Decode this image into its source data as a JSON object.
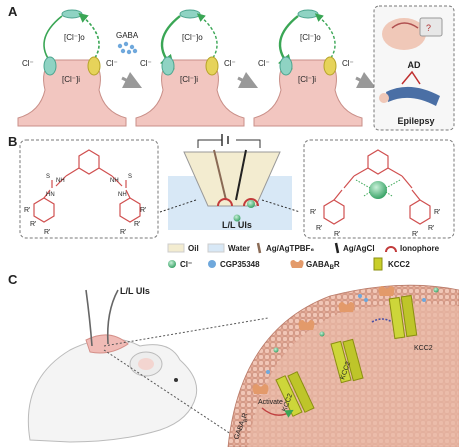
{
  "panels": {
    "a": {
      "label": "A",
      "neuron_labels": {
        "n1_top": "[Cl⁻]o",
        "n1_body": "[Cl⁻]i",
        "n2_top": "[Cl⁻]o",
        "n2_body": "[Cl⁻]i",
        "n3_top": "[Cl⁻]o",
        "n3_body": "[Cl⁻]i"
      },
      "ion_labels": [
        "Cl⁻",
        "Cl⁻",
        "Cl⁻",
        "Cl⁻",
        "Cl⁻",
        "Cl⁻"
      ],
      "gaba_label": "GABA",
      "disease_labels": {
        "ad": "AD",
        "epilepsy": "Epilepsy"
      }
    },
    "b": {
      "label": "B",
      "probe_label": "L/L UIs",
      "ionophore_substituent": "R'",
      "legend": [
        {
          "key": "oil",
          "label": "Oil",
          "color": "#f3ecd0"
        },
        {
          "key": "water",
          "label": "Water",
          "color": "#d8e8f6"
        },
        {
          "key": "agtpbf",
          "label": "Ag/AgTPBF₆",
          "color": "#8a6a55"
        },
        {
          "key": "agagcl",
          "label": "Ag/AgCl",
          "color": "#222222"
        },
        {
          "key": "ionophore",
          "label": "Ionophore",
          "color": "#c23b3b"
        },
        {
          "key": "cl",
          "label": "Cl⁻",
          "color": "#3fb37a"
        },
        {
          "key": "cgp",
          "label": "CGP35348",
          "color": "#6fa8dc"
        },
        {
          "key": "gabab",
          "label": "GABA",
          "label_sub": "B",
          "label_suffix": "R",
          "color": "#e39a6a"
        },
        {
          "key": "kcc2",
          "label": "KCC2",
          "color": "#c9cf2a"
        }
      ]
    },
    "c": {
      "label": "C",
      "probe_label": "L/L UIs",
      "kcc2_labels": [
        "KCC2",
        "KCC2",
        "KCC2"
      ],
      "activate_label": "Activate",
      "gabab_label": "GABA",
      "gabab_sub": "B",
      "gabab_suffix": "R"
    }
  },
  "colors": {
    "neuron": "#f2c6c0",
    "neuron_edge": "#c98f88",
    "receptor": "#8fd3c3",
    "cl_ion": "#58c27d",
    "arrow_green": "#3aa655",
    "ionophore_red": "#d05050",
    "membrane": "#e8b8a6",
    "kcc2": "#cdd63a"
  }
}
